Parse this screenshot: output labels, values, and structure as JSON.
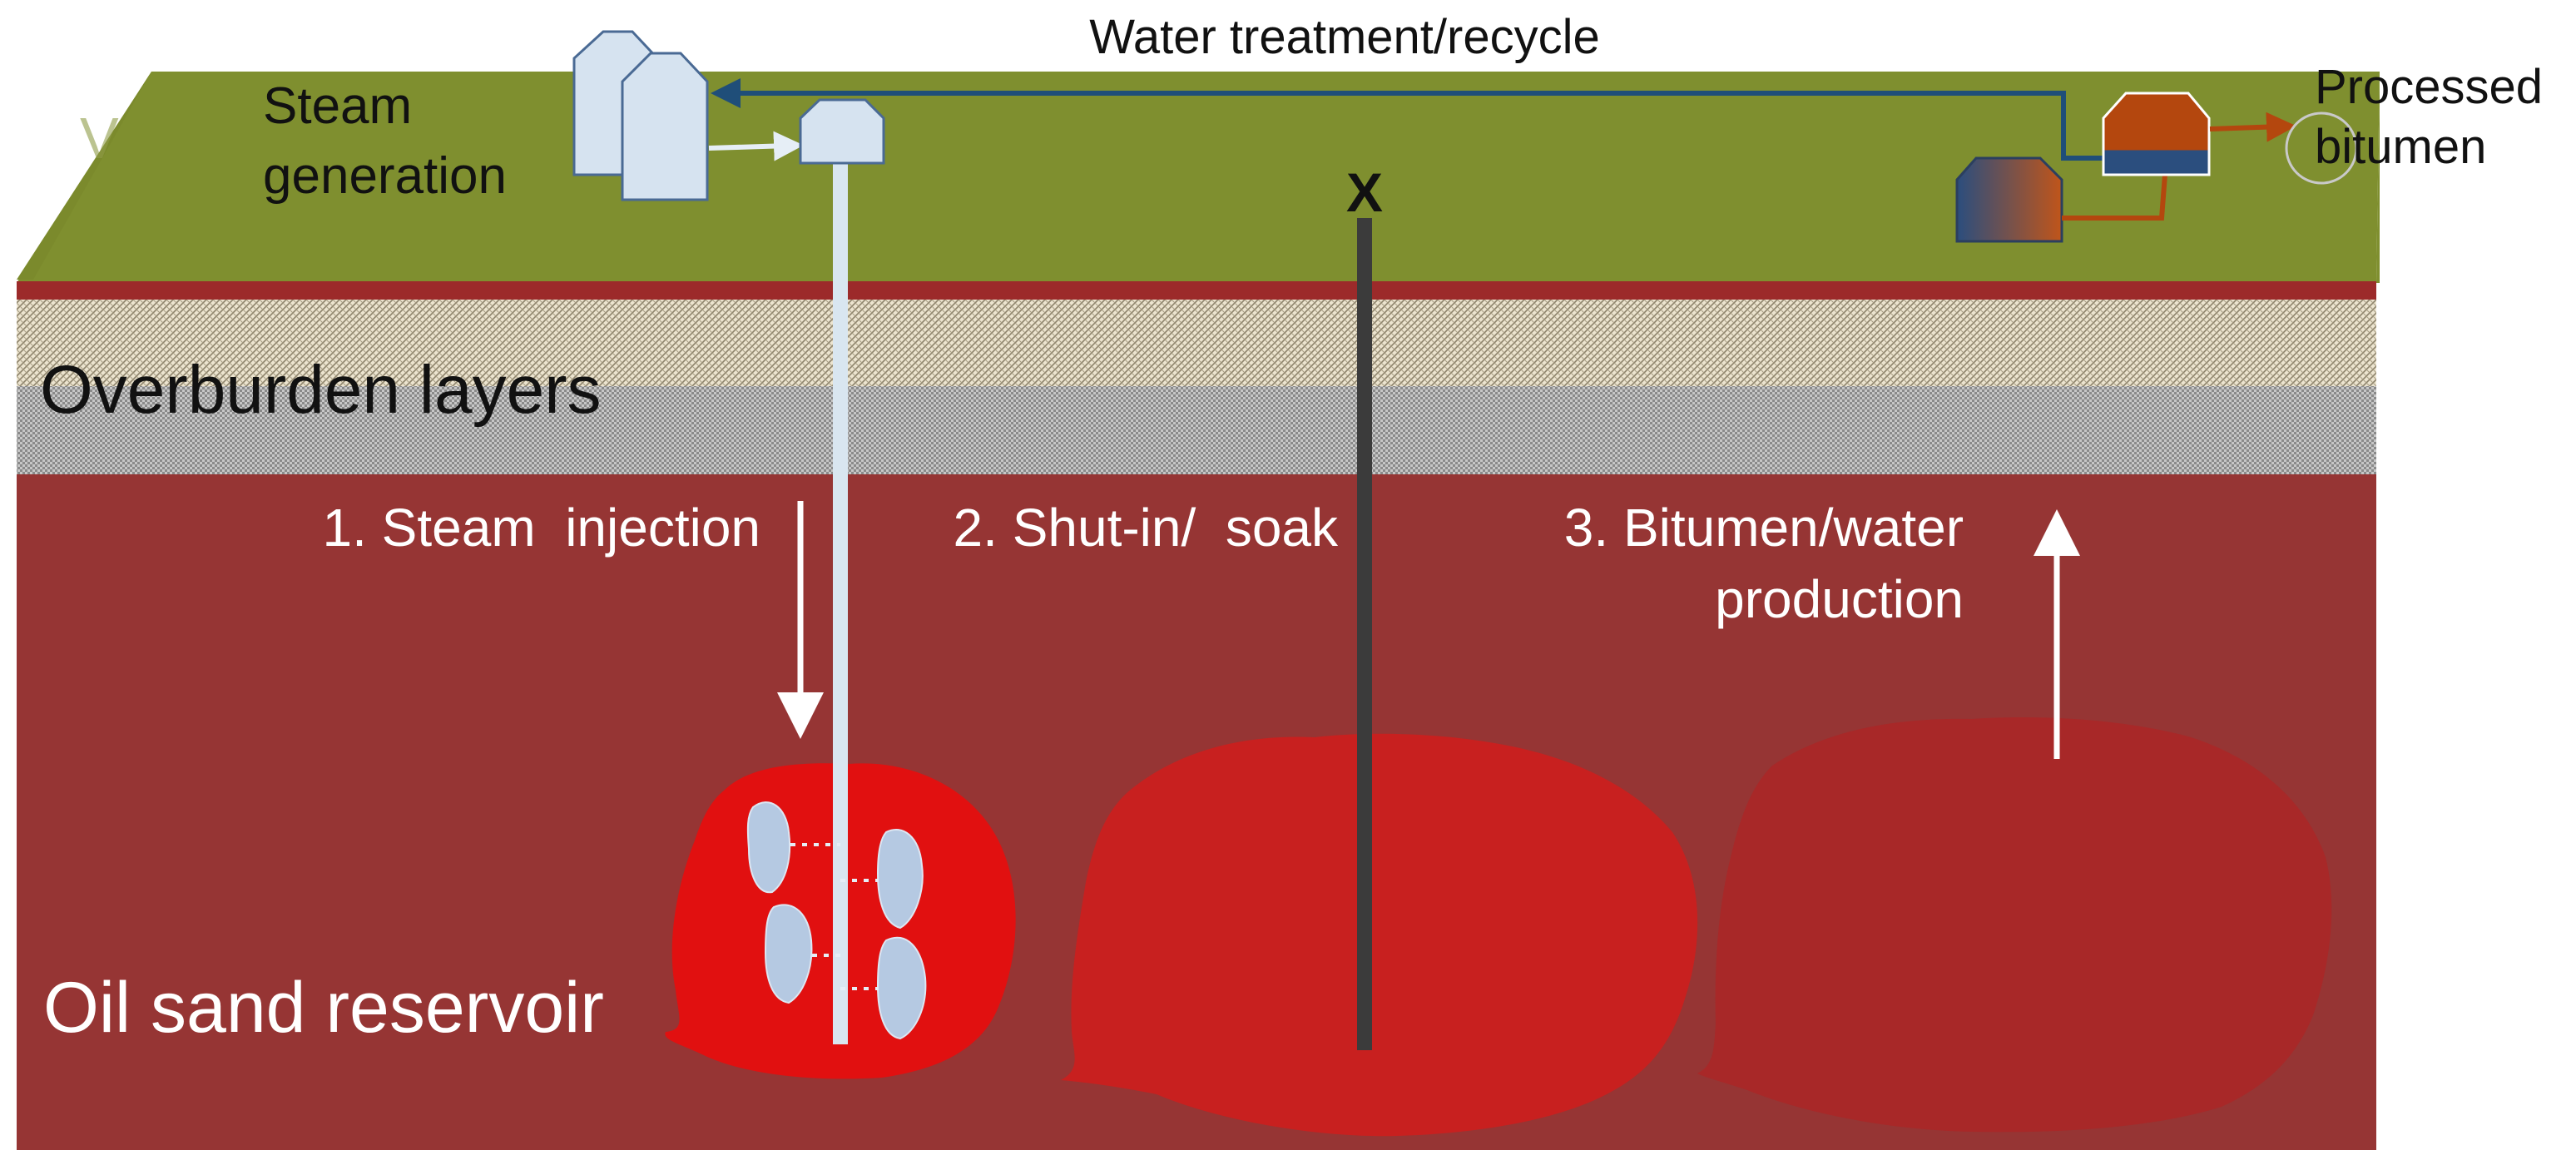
{
  "labels": {
    "water_treatment": "Water treatment/recycle",
    "steam_generation_line1": "Steam",
    "steam_generation_line2": "generation",
    "processed_bitumen_line1": "Processed",
    "processed_bitumen_line2": "bitumen",
    "overburden": "Overburden layers",
    "step1": "1. Steam  injection",
    "step2": "2. Shut-in/  soak",
    "step3_line1": "3. Bitumen/water",
    "step3_line2": "production",
    "shut_in_marker": "X",
    "reservoir": "Oil sand reservoir"
  },
  "colors": {
    "surface": "#7F8F2F",
    "reservoir": "#963534",
    "steam_chamber_active": "#E11010",
    "steam_chamber_soak": "#C82020",
    "steam_chamber_depleted": "#A82828",
    "steam_well": "#D9E6F0",
    "shut_in_well": "#3B3B3B",
    "production_well": "#F06A10",
    "recycle_line": "#1F4E79",
    "bitumen_line": "#B4470E",
    "steam_bubble": "#B5C9E2"
  }
}
